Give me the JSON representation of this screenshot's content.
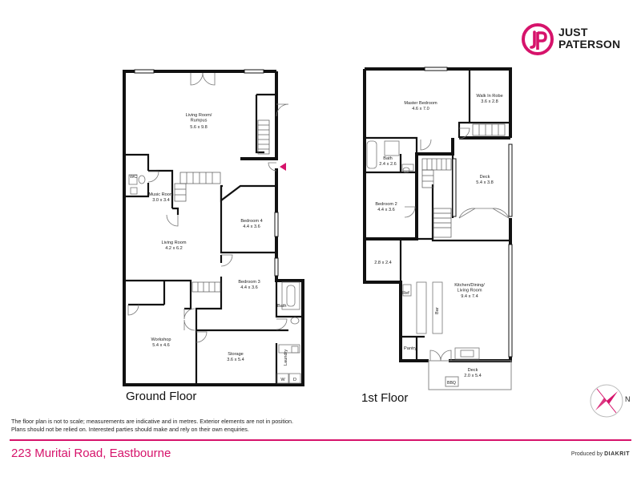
{
  "brand": {
    "line1": "JUST",
    "line2": "PATERSON",
    "color": "#d6136b"
  },
  "ground_floor": {
    "title": "Ground Floor",
    "rooms": [
      {
        "name": "Living Room/\nRumpus",
        "dims": "5.6 x 9.8"
      },
      {
        "name": "WC",
        "dims": ""
      },
      {
        "name": "Music Room",
        "dims": "3.0 x 3.4"
      },
      {
        "name": "Bedroom 4",
        "dims": "4.4 x 3.6"
      },
      {
        "name": "Living Room",
        "dims": "4.2 x 6.2"
      },
      {
        "name": "Bedroom 3",
        "dims": "4.4 x 3.6"
      },
      {
        "name": "Bath",
        "dims": ""
      },
      {
        "name": "Workshop",
        "dims": "5.4 x 4.6"
      },
      {
        "name": "Storage",
        "dims": "3.6 x 5.4"
      },
      {
        "name": "Laundry",
        "dims": ""
      },
      {
        "name": "W",
        "dims": ""
      },
      {
        "name": "D",
        "dims": ""
      }
    ]
  },
  "first_floor": {
    "title": "1st Floor",
    "rooms": [
      {
        "name": "Master Bedroom",
        "dims": "4.6 x 7.0"
      },
      {
        "name": "Walk In Robe",
        "dims": "3.6 x 2.8"
      },
      {
        "name": "Bath",
        "dims": "2.4 x 2.6"
      },
      {
        "name": "Deck",
        "dims": "5.4 x 3.8"
      },
      {
        "name": "Bedroom 2",
        "dims": "4.4 x 3.6"
      },
      {
        "name": "",
        "dims": "2.8 x 2.4"
      },
      {
        "name": "Kitchen/Dining/\nLiving Room",
        "dims": "9.4 x 7.4"
      },
      {
        "name": "Ref",
        "dims": ""
      },
      {
        "name": "Bar",
        "dims": ""
      },
      {
        "name": "Pantry",
        "dims": ""
      },
      {
        "name": "Deck",
        "dims": "2.0 x 5.4"
      },
      {
        "name": "BBQ",
        "dims": ""
      }
    ]
  },
  "compass": {
    "label": "N"
  },
  "disclaimer": {
    "line1": "The floor plan is not to scale; measurements are indicative and in metres. Exterior elements are not in position.",
    "line2": "Plans should not be relied on. Interested parties should make and rely on their own enquiries."
  },
  "address": "223 Muritai Road, Eastbourne",
  "producer": {
    "prefix": "Produced by",
    "name": "DIAKRIT"
  },
  "colors": {
    "wall": "#111111",
    "accent": "#d6136b",
    "fixture": "#777777"
  }
}
